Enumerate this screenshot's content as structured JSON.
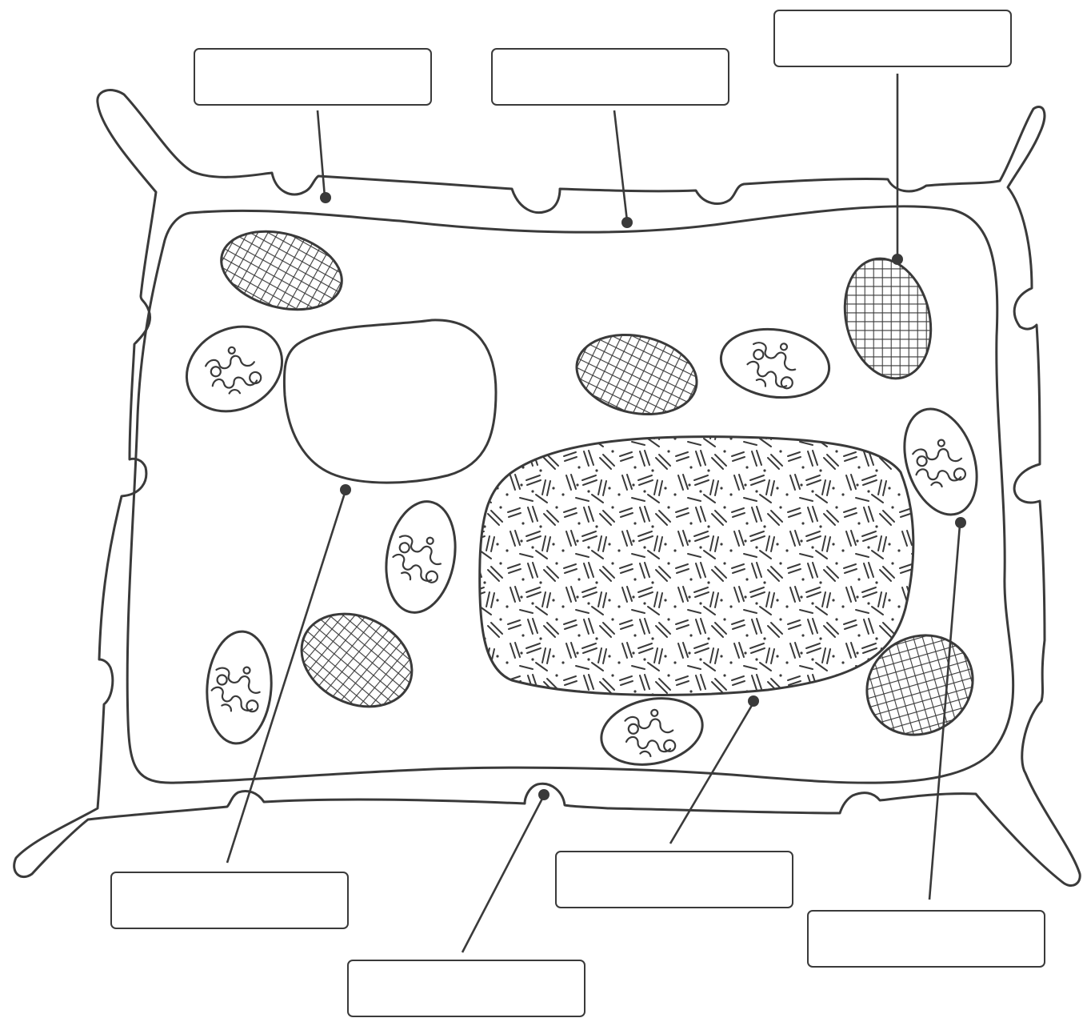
{
  "figure": {
    "ink_color": "#3a3a3a",
    "background": "#ffffff"
  },
  "labels": [
    {
      "id": "top-left",
      "text": ""
    },
    {
      "id": "top-middle",
      "text": ""
    },
    {
      "id": "top-right",
      "text": ""
    },
    {
      "id": "bottom-left",
      "text": ""
    },
    {
      "id": "bottom-center",
      "text": ""
    },
    {
      "id": "bottom-middle-right",
      "text": ""
    },
    {
      "id": "bottom-right",
      "text": ""
    }
  ]
}
